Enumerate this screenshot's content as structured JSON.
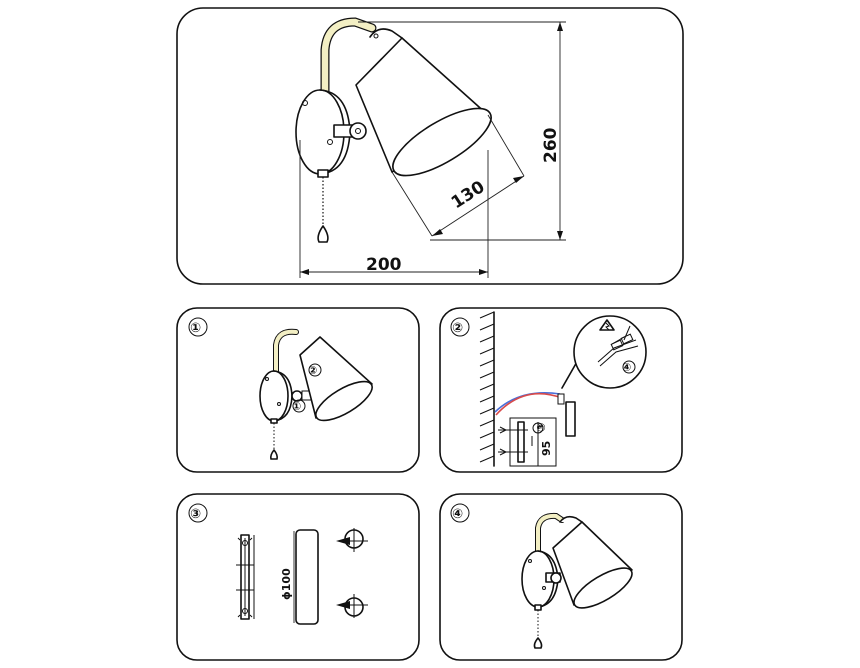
{
  "overview": {
    "dim_width": "200",
    "dim_height": "260",
    "dim_shade": "130"
  },
  "step1": {
    "step_number": "①",
    "callout_1": "①",
    "callout_2": "②"
  },
  "step2": {
    "step_number": "②",
    "callout_3": "③",
    "callout_4": "④",
    "dim_spacing": "95"
  },
  "step3": {
    "step_number": "③",
    "dim_diameter": "ϕ100"
  },
  "step4": {
    "step_number": "④"
  },
  "colors": {
    "outline": "#111111",
    "brass_arm": "#f3efc4",
    "wire_blue": "#4a6fd8",
    "wire_red": "#d84a4a"
  }
}
